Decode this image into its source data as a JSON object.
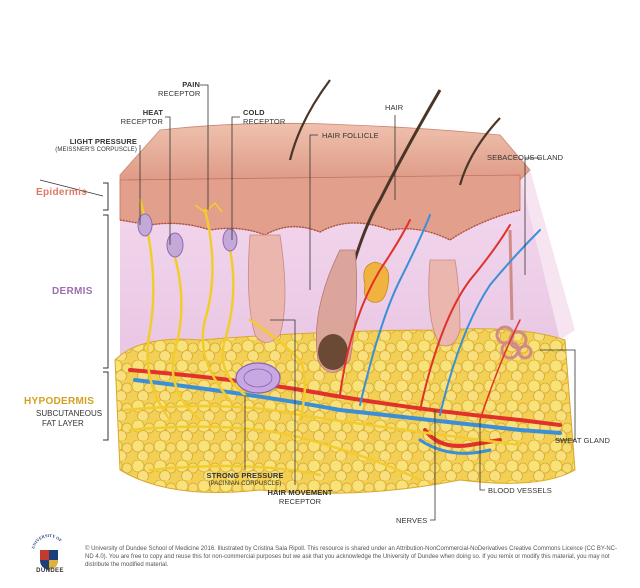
{
  "layers": {
    "epidermis": "Epidermis",
    "dermis": "DERMIS",
    "hypodermis": "HYPODERMIS",
    "hypodermis_sub": [
      "SUBCUTANEOUS",
      "FAT LAYER"
    ]
  },
  "labels": {
    "pain": {
      "title": "PAIN",
      "sub": "RECEPTOR"
    },
    "heat": {
      "title": "HEAT",
      "sub": "RECEPTOR"
    },
    "cold": {
      "title": "COLD",
      "sub": "RECEPTOR"
    },
    "light_pressure": {
      "title": "LIGHT PRESSURE",
      "sub": "(MEISSNER'S CORPUSCLE)"
    },
    "hair": "HAIR",
    "hair_follicle": "HAIR FOLLICLE",
    "sebaceous_gland": "SEBACEOUS GLAND",
    "sweat_gland": "SWEAT GLAND",
    "blood_vessels": "BLOOD VESSELS",
    "nerves": "NERVES",
    "strong_pressure": {
      "title": "STRONG PRESSURE",
      "sub": "(PACINIAN CORPUSCLE)"
    },
    "hair_movement": {
      "title": "HAIR MOVEMENT",
      "sub": "RECEPTOR"
    }
  },
  "credit": "© University of Dundee School of Medicine 2016. Illustrated by Cristina Sala Ripoll. This resource is shared under an Attribution-NonCommercial-NoDerivatives Creative Commons Licence (CC BY-NC-ND 4.0). You are free to copy and reuse this for non-commercial purposes but we ask that you acknowledge the University of Dundee when doing so. If you remix or modify this material, you may not distribute the modified material.",
  "logo": {
    "arc_text": "UNIVERSITY OF",
    "name": "DUNDEE"
  },
  "colors": {
    "epidermis": "#e0786a",
    "dermis": "#9b6fb0",
    "hypodermis": "#d4a020",
    "skin_surface": "#e9b5a2",
    "dermis_fill": "#f0d6ea",
    "fat": "#f4d460",
    "nerve": "#f4d23a",
    "artery": "#e0322a",
    "vein": "#3a8fd8"
  }
}
